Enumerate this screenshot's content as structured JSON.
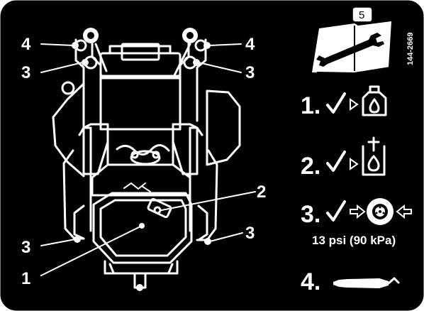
{
  "decal": {
    "code": "144-2669",
    "manual_tab": "5",
    "callouts": {
      "top_left_4": "4",
      "top_left_3": "3",
      "top_right_4": "4",
      "top_right_3": "3",
      "mid_right_2": "2",
      "bottom_left_3": "3",
      "bottom_right_3": "3",
      "bottom_left_1": "1"
    },
    "steps": [
      {
        "number": "1.",
        "icon": "engine-oil-check-icon"
      },
      {
        "number": "2.",
        "icon": "hydraulic-fluid-check-icon"
      },
      {
        "number": "3.",
        "icon": "tire-pressure-check-icon",
        "pressure": "13 psi (90 kPa)"
      },
      {
        "number": "4.",
        "icon": "grease-gun-icon"
      }
    ],
    "colors": {
      "background": "#000000",
      "foreground": "#ffffff",
      "border": "#ffffff"
    }
  }
}
